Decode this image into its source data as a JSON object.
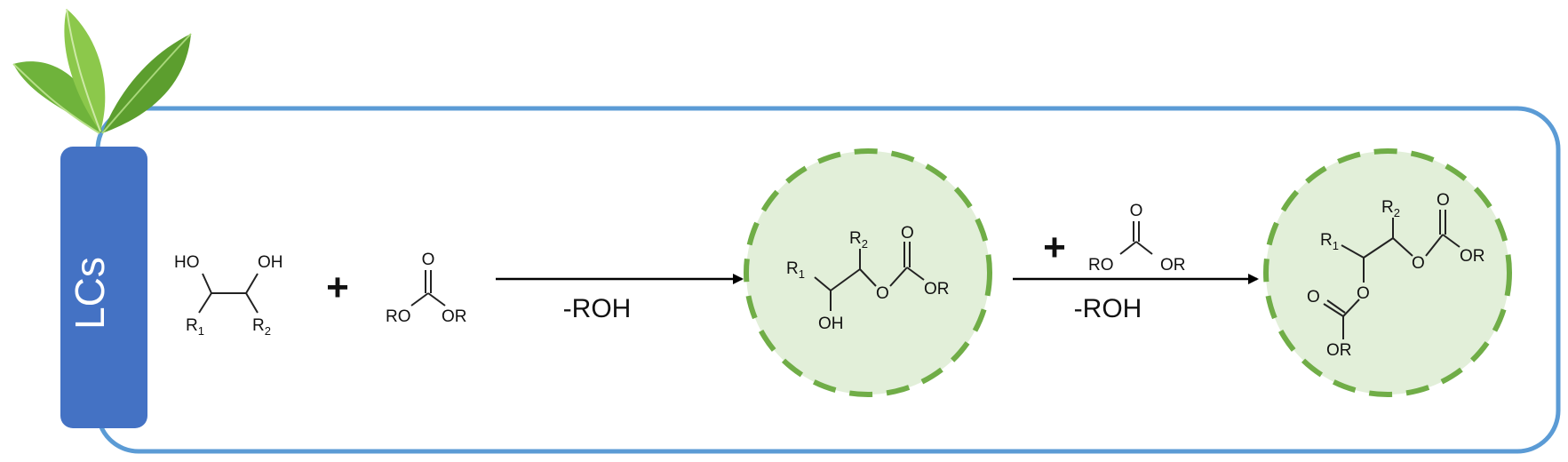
{
  "vessel_label": "LCs",
  "colors": {
    "frame": "#5b9bd5",
    "vessel": "#4472c4",
    "vessel_text": "#ffffff",
    "circle_fill": "#e2efd9",
    "circle_dash": "#70ad47",
    "leaf_light": "#9fd25a",
    "leaf_dark": "#5c9e2e",
    "arrow": "#000000"
  },
  "reactants": {
    "diol": {
      "oh_left": "HO",
      "oh_right": "OH",
      "r1": "R",
      "r1_sub": "1",
      "r2": "R",
      "r2_sub": "2"
    },
    "plus": "+",
    "carbonate": {
      "o": "O",
      "left": "RO",
      "right": "OR"
    }
  },
  "step1": {
    "byproduct": "-ROH"
  },
  "intermediate": {
    "r1": "R",
    "r1_sub": "1",
    "r2": "R",
    "r2_sub": "2",
    "o_ester": "O",
    "o_carbonyl": "O",
    "or": "OR",
    "oh": "OH"
  },
  "step2": {
    "plus": "+",
    "carbonate": {
      "o": "O",
      "left": "RO",
      "right": "OR"
    },
    "byproduct": "-ROH"
  },
  "product": {
    "r1": "R",
    "r1_sub": "1",
    "r2": "R",
    "r2_sub": "2",
    "o_ester_top": "O",
    "o_carbonyl_top": "O",
    "or_top": "OR",
    "o_ester_bottom": "O",
    "o_carbonyl_bottom": "O",
    "or_bottom": "OR"
  }
}
